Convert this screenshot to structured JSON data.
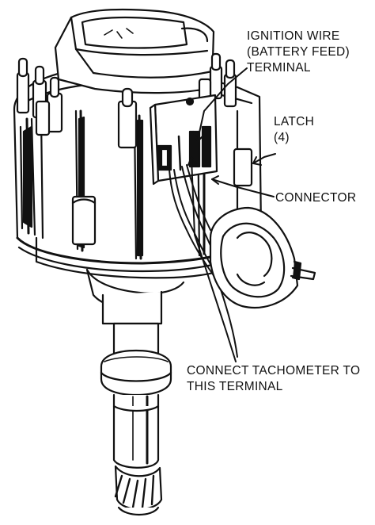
{
  "labels": {
    "ignition_wire": [
      "IGNITION WIRE",
      "(BATTERY FEED)",
      "TERMINAL"
    ],
    "latch": [
      "LATCH",
      "(4)"
    ],
    "connector": "CONNECTOR",
    "tachometer": [
      "CONNECT TACHOMETER TO",
      "THIS TERMINAL"
    ]
  },
  "colors": {
    "ink": "#111111",
    "paper": "#ffffff"
  }
}
